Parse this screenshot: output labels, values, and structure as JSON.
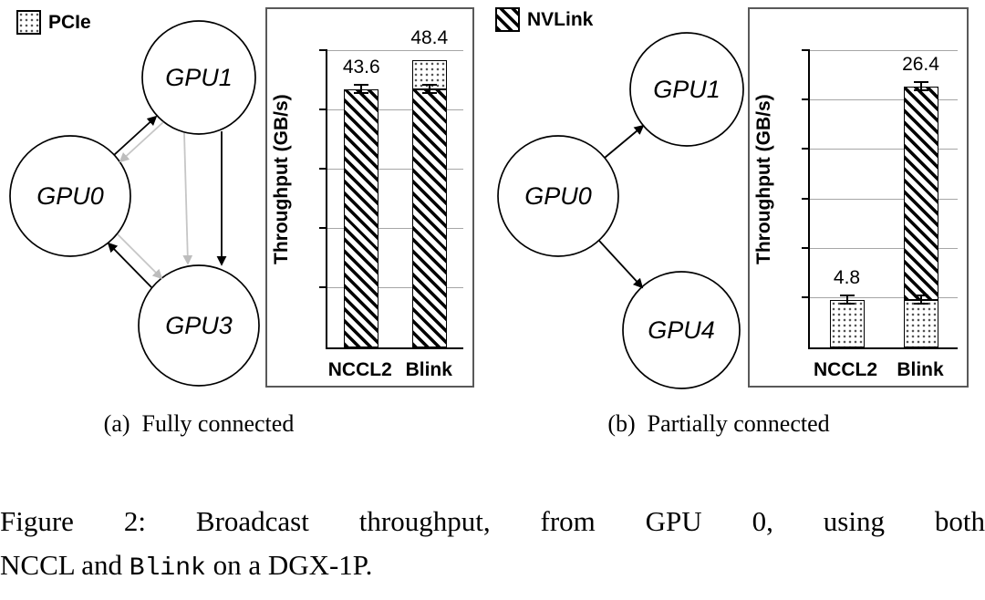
{
  "legend": {
    "pcie_label": "PCIe",
    "nvlink_label": "NVLink"
  },
  "panel_a": {
    "caption": "(a)  Fully connected",
    "nodes": [
      "GPU1",
      "GPU0",
      "GPU3"
    ]
  },
  "panel_b": {
    "caption": "(b)  Partially connected",
    "nodes": [
      "GPU1",
      "GPU0",
      "GPU4"
    ]
  },
  "chart_data": [
    {
      "type": "bar",
      "stacked": true,
      "ylabel": "Throughput (GB/s)",
      "categories": [
        "NCCL2",
        "Blink"
      ],
      "ylim": [
        0,
        50
      ],
      "grid_step": 10,
      "legend_position": "none",
      "series": [
        {
          "name": "NVLink",
          "pattern": "hatch",
          "values": [
            43.6,
            43.5
          ]
        },
        {
          "name": "PCIe",
          "pattern": "dots",
          "values": [
            0,
            4.9
          ]
        }
      ],
      "totals": [
        43.6,
        48.4
      ],
      "total_labels": [
        "43.6",
        "48.4"
      ],
      "error_bars": [
        {
          "bar": 0,
          "at": 43.6
        },
        {
          "bar": 1,
          "at": 43.5
        }
      ]
    },
    {
      "type": "bar",
      "stacked": true,
      "ylabel": "Throughput (GB/s)",
      "categories": [
        "NCCL2",
        "Blink"
      ],
      "ylim": [
        0,
        30
      ],
      "grid_step": 5,
      "legend_position": "none",
      "series": [
        {
          "name": "PCIe",
          "pattern": "dots",
          "values": [
            4.8,
            4.8
          ]
        },
        {
          "name": "NVLink",
          "pattern": "hatch",
          "values": [
            0,
            21.6
          ]
        }
      ],
      "totals": [
        4.8,
        26.4
      ],
      "total_labels": [
        "4.8",
        "26.4"
      ],
      "error_bars": [
        {
          "bar": 0,
          "at": 4.8
        },
        {
          "bar": 1,
          "at": 4.8
        },
        {
          "bar": 1,
          "at": 26.4
        }
      ]
    }
  ],
  "figure_caption": {
    "line1": "Figure 2: Broadcast throughput, from GPU 0, using both",
    "line2_prefix": "NCCL and ",
    "line2_code": "Blink",
    "line2_suffix": " on a DGX-1P."
  }
}
